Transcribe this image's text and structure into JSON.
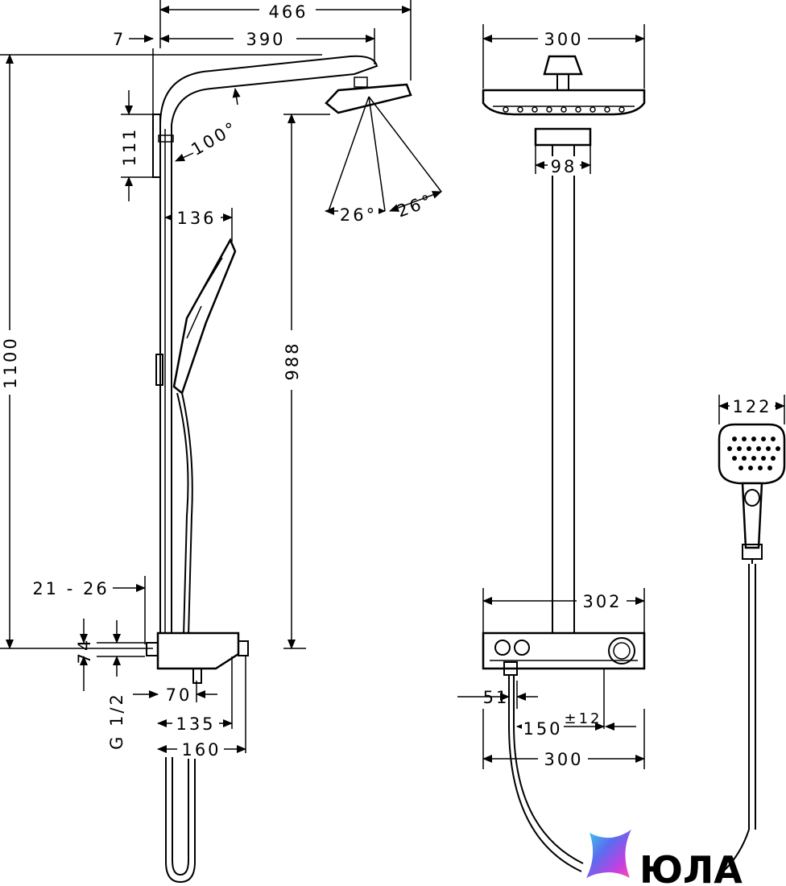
{
  "side_view": {
    "dims": {
      "total_width": "466",
      "arm_offset": "7",
      "arm_reach": "390",
      "height": "1100",
      "head_height": "988",
      "holder_size": "111",
      "tilt_angle": "100°",
      "hand_offset": "136",
      "spray_left": "26°",
      "spray_right": "26°",
      "wall_offset": "21 - 26",
      "mixer_height": "74",
      "connection": "G 1/2",
      "outlet_offset": "70",
      "mixer_depth": "135",
      "mixer_projection": "160"
    }
  },
  "front_view": {
    "dims": {
      "head_width": "300",
      "connector_width": "98",
      "shelf_width": "302",
      "outlet_offset": "51",
      "centre_distance": "150",
      "tolerance": "±12",
      "mixer_width": "300"
    }
  },
  "handshower_view": {
    "dims": {
      "width": "122"
    }
  },
  "logo": {
    "text": "ЮЛА",
    "colors": [
      "#3ad1e6",
      "#5b6cf0",
      "#c43fe0",
      "#ff4fa8"
    ]
  }
}
